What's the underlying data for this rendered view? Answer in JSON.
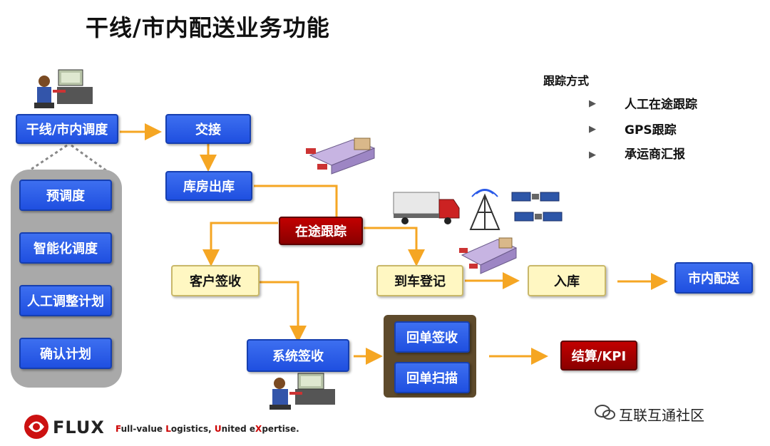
{
  "title": "干线/市内配送业务功能",
  "legend": {
    "title": "跟踪方式",
    "items": [
      "人工在途跟踪",
      "GPS跟踪",
      "承运商汇报"
    ]
  },
  "boxes": {
    "dispatch": "干线/市内调度",
    "handover": "交接",
    "warehouse_out": "库房出库",
    "in_transit": "在途跟踪",
    "customer_sign": "客户签收",
    "arrival_register": "到车登记",
    "inbound": "入库",
    "city_delivery": "市内配送",
    "system_sign": "系统签收",
    "receipt_sign": "回单签收",
    "receipt_scan": "回单扫描",
    "settlement": "结算/KPI"
  },
  "steps": [
    "预调度",
    "智能化调度",
    "人工调整计划",
    "确认计划"
  ],
  "footer": {
    "brand": "FLUX",
    "slogan_parts": [
      {
        "t": "F",
        "red": true
      },
      {
        "t": "ull-value ",
        "red": false
      },
      {
        "t": "L",
        "red": true
      },
      {
        "t": "ogistics, ",
        "red": false
      },
      {
        "t": "U",
        "red": true
      },
      {
        "t": "nited e",
        "red": false
      },
      {
        "t": "X",
        "red": true
      },
      {
        "t": "pertise.",
        "red": false
      }
    ],
    "watermark": "互联互通社区"
  },
  "colors": {
    "blue": "#2a5ae8",
    "orange": "#f5a623",
    "red": "#a00000",
    "yellow": "#fff7c2"
  }
}
